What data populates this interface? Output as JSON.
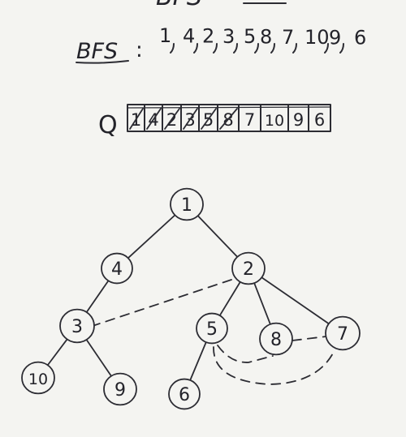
{
  "header": {
    "title_partial": "BFS"
  },
  "bfs_line": {
    "label": "BFS",
    "separator": ":",
    "order": [
      "1",
      "4",
      "2",
      "3",
      "5",
      "8",
      "7",
      "10",
      "9",
      "6"
    ]
  },
  "queue": {
    "label": "Q",
    "cells": [
      {
        "value": "1",
        "dequeued": true
      },
      {
        "value": "4",
        "dequeued": true
      },
      {
        "value": "2",
        "dequeued": true
      },
      {
        "value": "3",
        "dequeued": true
      },
      {
        "value": "5",
        "dequeued": true
      },
      {
        "value": "8",
        "dequeued": true
      },
      {
        "value": "7",
        "dequeued": false
      },
      {
        "value": "10",
        "dequeued": false
      },
      {
        "value": "9",
        "dequeued": false
      },
      {
        "value": "6",
        "dequeued": false
      }
    ]
  },
  "tree": {
    "nodes": [
      {
        "id": "1",
        "label": "1"
      },
      {
        "id": "4",
        "label": "4"
      },
      {
        "id": "2",
        "label": "2"
      },
      {
        "id": "3",
        "label": "3"
      },
      {
        "id": "5",
        "label": "5"
      },
      {
        "id": "8",
        "label": "8"
      },
      {
        "id": "7",
        "label": "7"
      },
      {
        "id": "10",
        "label": "10"
      },
      {
        "id": "9",
        "label": "9"
      },
      {
        "id": "6",
        "label": "6"
      }
    ],
    "edges": [
      {
        "from": "1",
        "to": "4"
      },
      {
        "from": "1",
        "to": "2"
      },
      {
        "from": "4",
        "to": "3"
      },
      {
        "from": "2",
        "to": "5"
      },
      {
        "from": "2",
        "to": "8"
      },
      {
        "from": "2",
        "to": "7"
      },
      {
        "from": "3",
        "to": "10"
      },
      {
        "from": "3",
        "to": "9"
      },
      {
        "from": "5",
        "to": "6"
      }
    ],
    "dashed_links": [
      {
        "from": "2",
        "to": "3"
      },
      {
        "from": "8",
        "to": "7"
      },
      {
        "from": "5",
        "to": "8"
      },
      {
        "from": "5",
        "to": "7"
      }
    ]
  },
  "colors": {
    "ink": "#2c2c33",
    "board": "#f4f4f1"
  }
}
